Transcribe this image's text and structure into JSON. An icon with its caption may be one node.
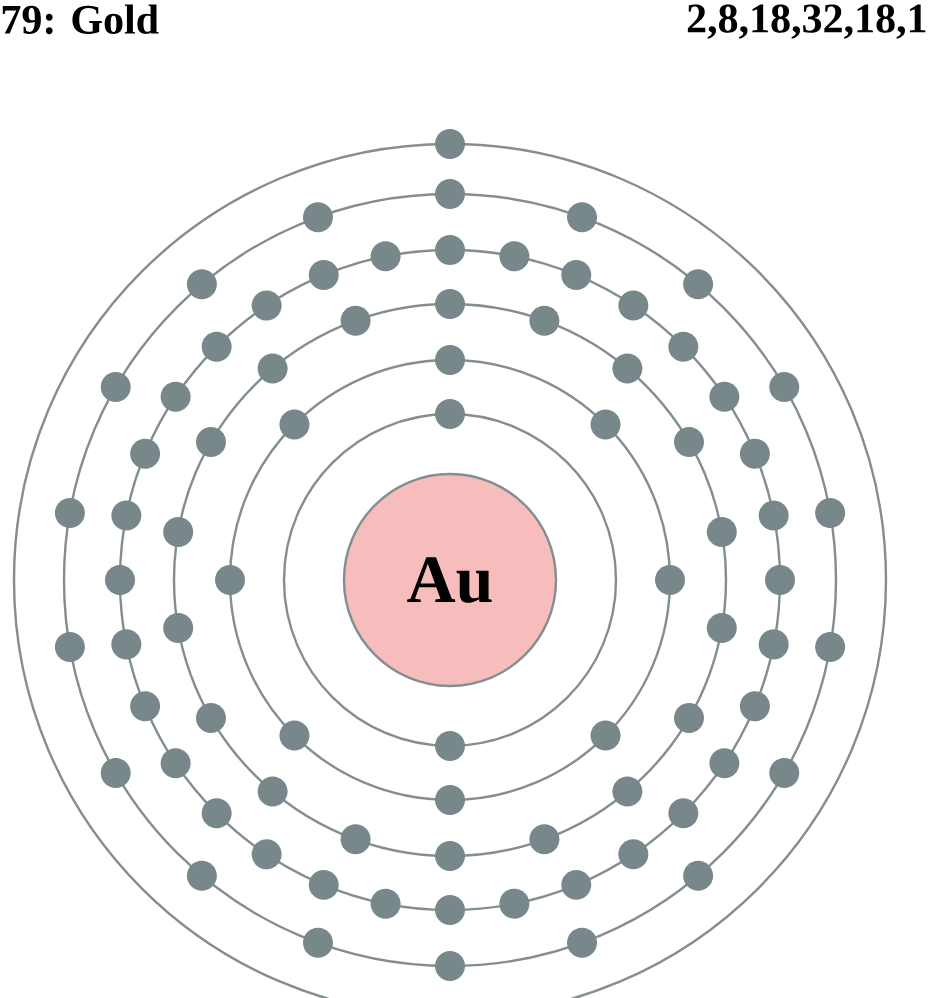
{
  "diagram": {
    "title": "79: Gold",
    "nodes": [
      {
        "text": [
          "Au"
        ]
      }
    ],
    "edges": [],
    "labels": [
      "2,8,18,32,18,1"
    ]
  }
}
